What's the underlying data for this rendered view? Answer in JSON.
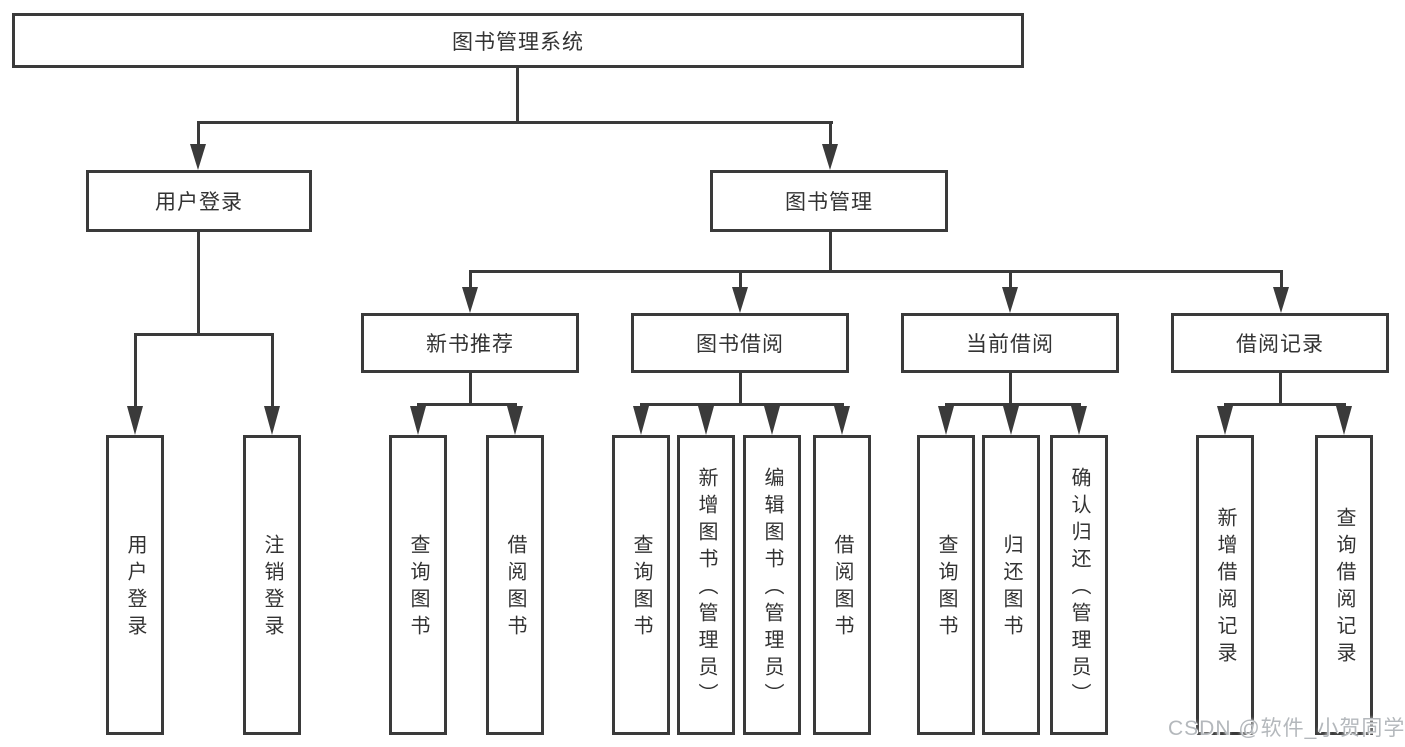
{
  "diagram": {
    "tree": {
      "label": "图书管理系统",
      "children": [
        {
          "label": "用户登录",
          "children": [
            {
              "label": "用户登录"
            },
            {
              "label": "注销登录"
            }
          ]
        },
        {
          "label": "图书管理",
          "children": [
            {
              "label": "新书推荐",
              "children": [
                {
                  "label": "查询图书"
                },
                {
                  "label": "借阅图书"
                }
              ]
            },
            {
              "label": "图书借阅",
              "children": [
                {
                  "label": "查询图书"
                },
                {
                  "label": "新增图书（管理员）"
                },
                {
                  "label": "编辑图书（管理员）"
                },
                {
                  "label": "借阅图书"
                }
              ]
            },
            {
              "label": "当前借阅",
              "children": [
                {
                  "label": "查询图书"
                },
                {
                  "label": "归还图书"
                },
                {
                  "label": "确认归还（管理员）"
                }
              ]
            },
            {
              "label": "借阅记录",
              "children": [
                {
                  "label": "新增借阅记录"
                },
                {
                  "label": "查询借阅记录"
                }
              ]
            }
          ]
        }
      ]
    }
  },
  "watermark": {
    "text": "CSDN @软件_小贺同学"
  },
  "colors": {
    "line": "#3a3a3a",
    "text": "#333333",
    "box_background": "#ffffff",
    "watermark_text": "#b4b8bc"
  }
}
